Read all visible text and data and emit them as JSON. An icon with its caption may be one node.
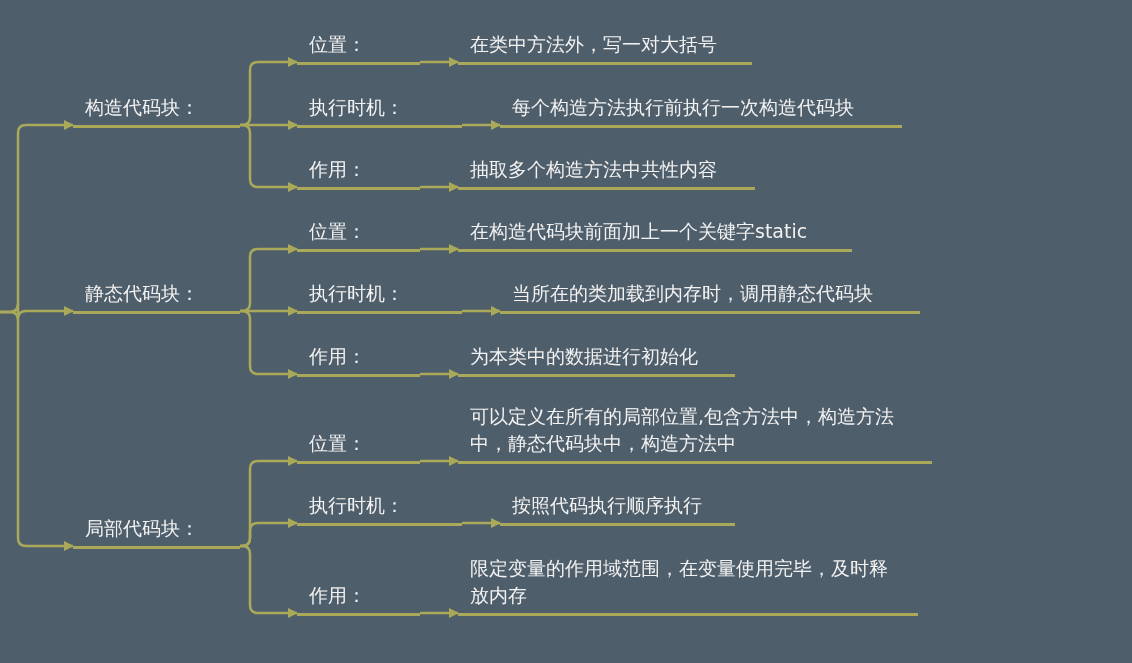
{
  "diagram": {
    "nodes": [
      {
        "text": [
          "构造代码块："
        ]
      },
      {
        "text": [
          "位置："
        ]
      },
      {
        "text": [
          "在类中方法外，写一对大括号"
        ]
      },
      {
        "text": [
          "执行时机："
        ]
      },
      {
        "text": [
          "每个构造方法执行前执行一次构造代码块"
        ]
      },
      {
        "text": [
          "作用："
        ]
      },
      {
        "text": [
          "抽取多个构造方法中共性内容"
        ]
      },
      {
        "text": [
          "静态代码块："
        ]
      },
      {
        "text": [
          "位置："
        ]
      },
      {
        "text": [
          "在构造代码块前面加上一个关键字static"
        ]
      },
      {
        "text": [
          "执行时机："
        ]
      },
      {
        "text": [
          "当所在的类加载到内存时，调用静态代码块"
        ]
      },
      {
        "text": [
          "作用："
        ]
      },
      {
        "text": [
          "为本类中的数据进行初始化"
        ]
      },
      {
        "text": [
          "局部代码块："
        ]
      },
      {
        "text": [
          "位置："
        ]
      },
      {
        "text": [
          "可以定义在所有的局部位置,包含方法中，构造方法中，静态代码块中，构造方法中"
        ]
      },
      {
        "text": [
          "执行时机："
        ]
      },
      {
        "text": [
          "按照代码执行顺序执行"
        ]
      },
      {
        "text": [
          "作用："
        ]
      },
      {
        "text": [
          "限定变量的作用域范围，在变量使用完毕，及时释放内存"
        ]
      }
    ],
    "edges": [
      {
        "from": null,
        "to": 0,
        "arrow": "to"
      },
      {
        "from": null,
        "to": 7,
        "arrow": "to"
      },
      {
        "from": null,
        "to": 14,
        "arrow": "to"
      },
      {
        "from": 0,
        "to": 1,
        "arrow": "to"
      },
      {
        "from": 0,
        "to": 3,
        "arrow": "to"
      },
      {
        "from": 0,
        "to": 5,
        "arrow": "to"
      },
      {
        "from": 1,
        "to": 2,
        "arrow": "to"
      },
      {
        "from": 3,
        "to": 4,
        "arrow": "to"
      },
      {
        "from": 5,
        "to": 6,
        "arrow": "to"
      },
      {
        "from": 7,
        "to": 8,
        "arrow": "to"
      },
      {
        "from": 7,
        "to": 10,
        "arrow": "to"
      },
      {
        "from": 7,
        "to": 12,
        "arrow": "to"
      },
      {
        "from": 8,
        "to": 9,
        "arrow": "to"
      },
      {
        "from": 10,
        "to": 11,
        "arrow": "to"
      },
      {
        "from": 12,
        "to": 13,
        "arrow": "to"
      },
      {
        "from": 14,
        "to": 15,
        "arrow": "to"
      },
      {
        "from": 14,
        "to": 17,
        "arrow": "to"
      },
      {
        "from": 14,
        "to": 19,
        "arrow": "to"
      },
      {
        "from": 15,
        "to": 16,
        "arrow": "to"
      },
      {
        "from": 17,
        "to": 18,
        "arrow": "to"
      },
      {
        "from": 19,
        "to": 20,
        "arrow": "to"
      }
    ]
  }
}
